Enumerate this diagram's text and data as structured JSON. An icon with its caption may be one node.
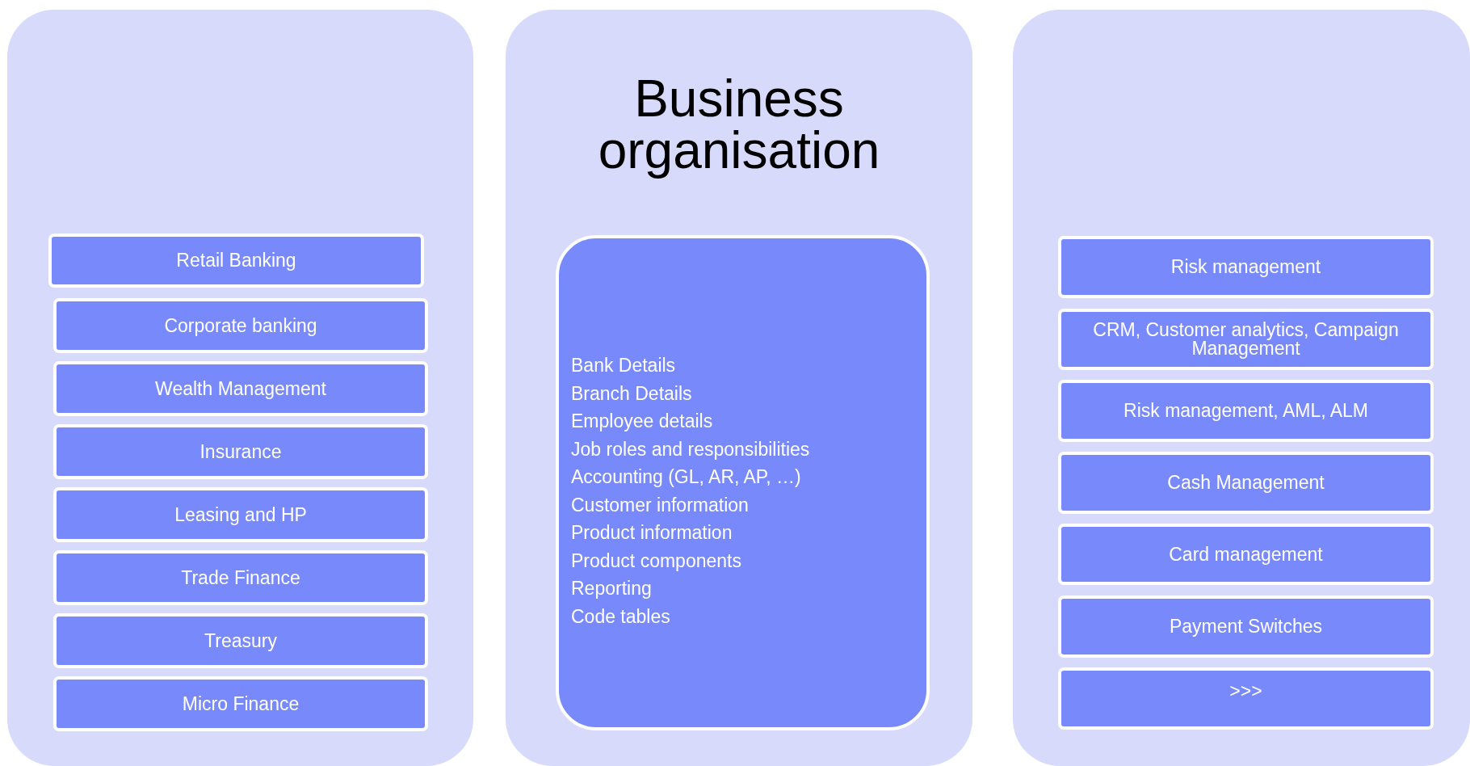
{
  "diagram": {
    "nodes": [
      {
        "text": [],
        "shape": "box"
      },
      {
        "text": [
          "Retail Banking"
        ],
        "in": 0
      },
      {
        "text": [
          "Corporate banking"
        ],
        "in": 0
      },
      {
        "text": [
          "Wealth Management"
        ],
        "in": 0
      },
      {
        "text": [
          "Insurance"
        ],
        "in": 0
      },
      {
        "text": [
          "Leasing and HP"
        ],
        "in": 0
      },
      {
        "text": [
          "Trade Finance"
        ],
        "in": 0
      },
      {
        "text": [
          "Treasury"
        ],
        "in": 0
      },
      {
        "text": [
          "Micro Finance"
        ],
        "in": 0
      },
      {
        "text": [
          "Business organisation"
        ]
      },
      {
        "text": [
          "Bank Details",
          "Branch Details",
          "Employee details",
          "Job roles and responsibilities",
          "Accounting (GL, AR, AP, …)",
          "Customer information",
          "Product information",
          "Product components",
          "Reporting",
          "Code tables"
        ],
        "in": 9
      },
      {
        "text": [],
        "shape": "box"
      },
      {
        "text": [
          "Risk management"
        ],
        "in": 11
      },
      {
        "text": [
          "CRM,  Customer analytics, Campaign Management"
        ],
        "in": 11
      },
      {
        "text": [
          "Risk management, AML, ALM"
        ],
        "in": 11
      },
      {
        "text": [
          "Cash Management"
        ],
        "in": 11
      },
      {
        "text": [
          "Card management"
        ],
        "in": 11
      },
      {
        "text": [
          "Payment  Switches"
        ],
        "in": 11
      },
      {
        "text": [
          ">>>"
        ],
        "in": 11
      }
    ]
  }
}
